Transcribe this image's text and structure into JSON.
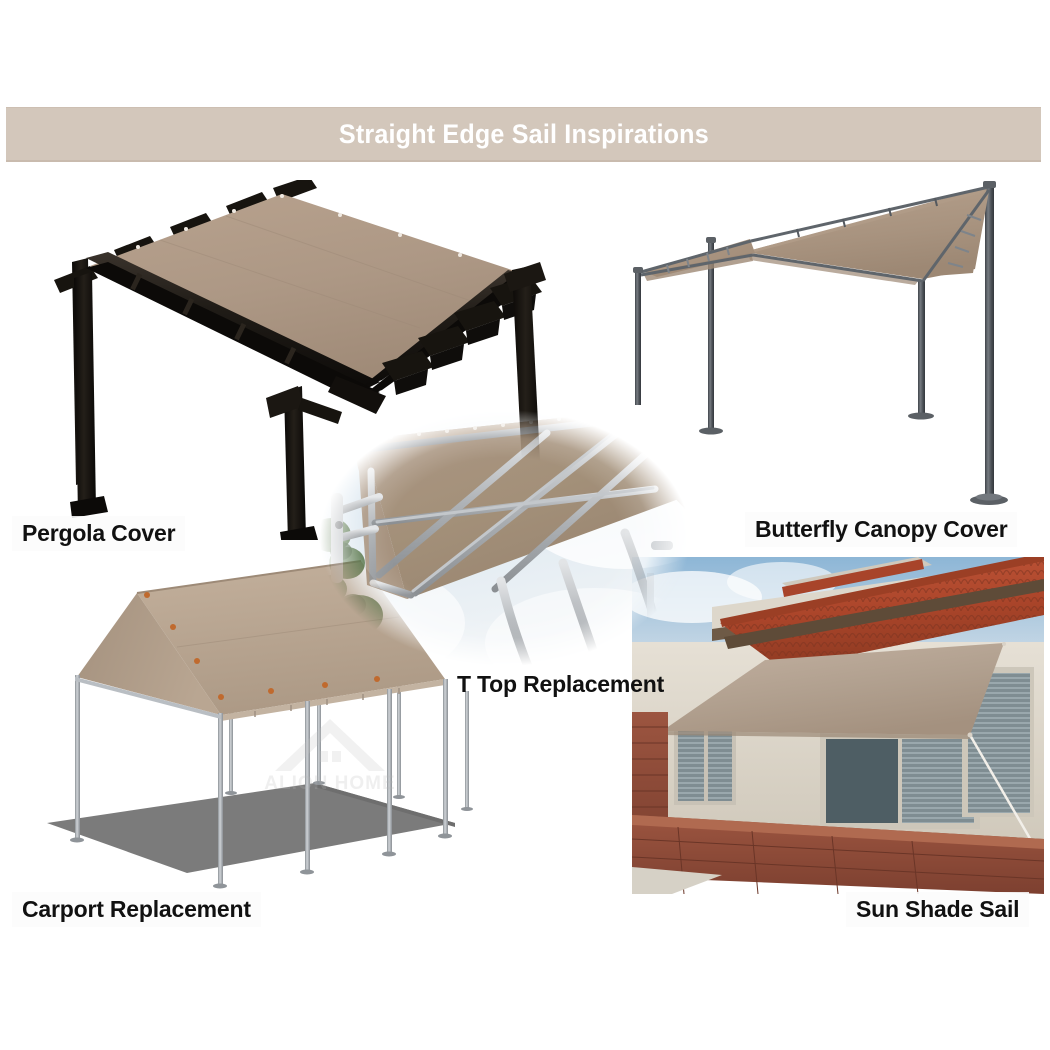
{
  "header": {
    "title": "Straight Edge Sail Inspirations",
    "banner_color": "#d3c7bb",
    "title_color": "#ffffff"
  },
  "palette": {
    "fabric_taupe": "#ad9885",
    "fabric_taupe_light": "#c0ab98",
    "fabric_taupe_dark": "#9b8773",
    "pergola_frame": "#17140f",
    "metal_grey": "#6d7176",
    "metal_light": "#b9bec3",
    "sky_blue": "#86b6da",
    "roof_terracotta": "#b0482a",
    "brick_red": "#8d4a38",
    "stucco": "#ded8cd",
    "background": "#ffffff"
  },
  "panels": [
    {
      "id": "pergola",
      "caption": "Pergola Cover",
      "subject": "pergola-cover-illustration",
      "description": "Dark wood pergola frame with taupe straight edge sail cover stretched across the top"
    },
    {
      "id": "butterfly",
      "caption": "Butterfly Canopy Cover",
      "subject": "butterfly-canopy-illustration",
      "description": "Four grey steel posts supporting a butterfly shaped taupe canopy"
    },
    {
      "id": "ttop",
      "caption": "T Top Replacement",
      "subject": "boat-t-top-photo",
      "description": "Underside of a boat T top with taupe canvas on an aluminum frame against a cloudy sky"
    },
    {
      "id": "carport",
      "caption": "Carport Replacement",
      "subject": "carport-canopy-illustration",
      "description": "Silver tube carport frame with taupe peaked roof cover over a grey pad"
    },
    {
      "id": "sunshade",
      "caption": "Sun Shade Sail",
      "subject": "sun-shade-sail-photo",
      "description": "Taupe rectangle shade sail mounted over house windows below a terracotta tile roof"
    }
  ],
  "watermark": {
    "text": "ALION HOME",
    "icon": "house-roof-icon"
  }
}
